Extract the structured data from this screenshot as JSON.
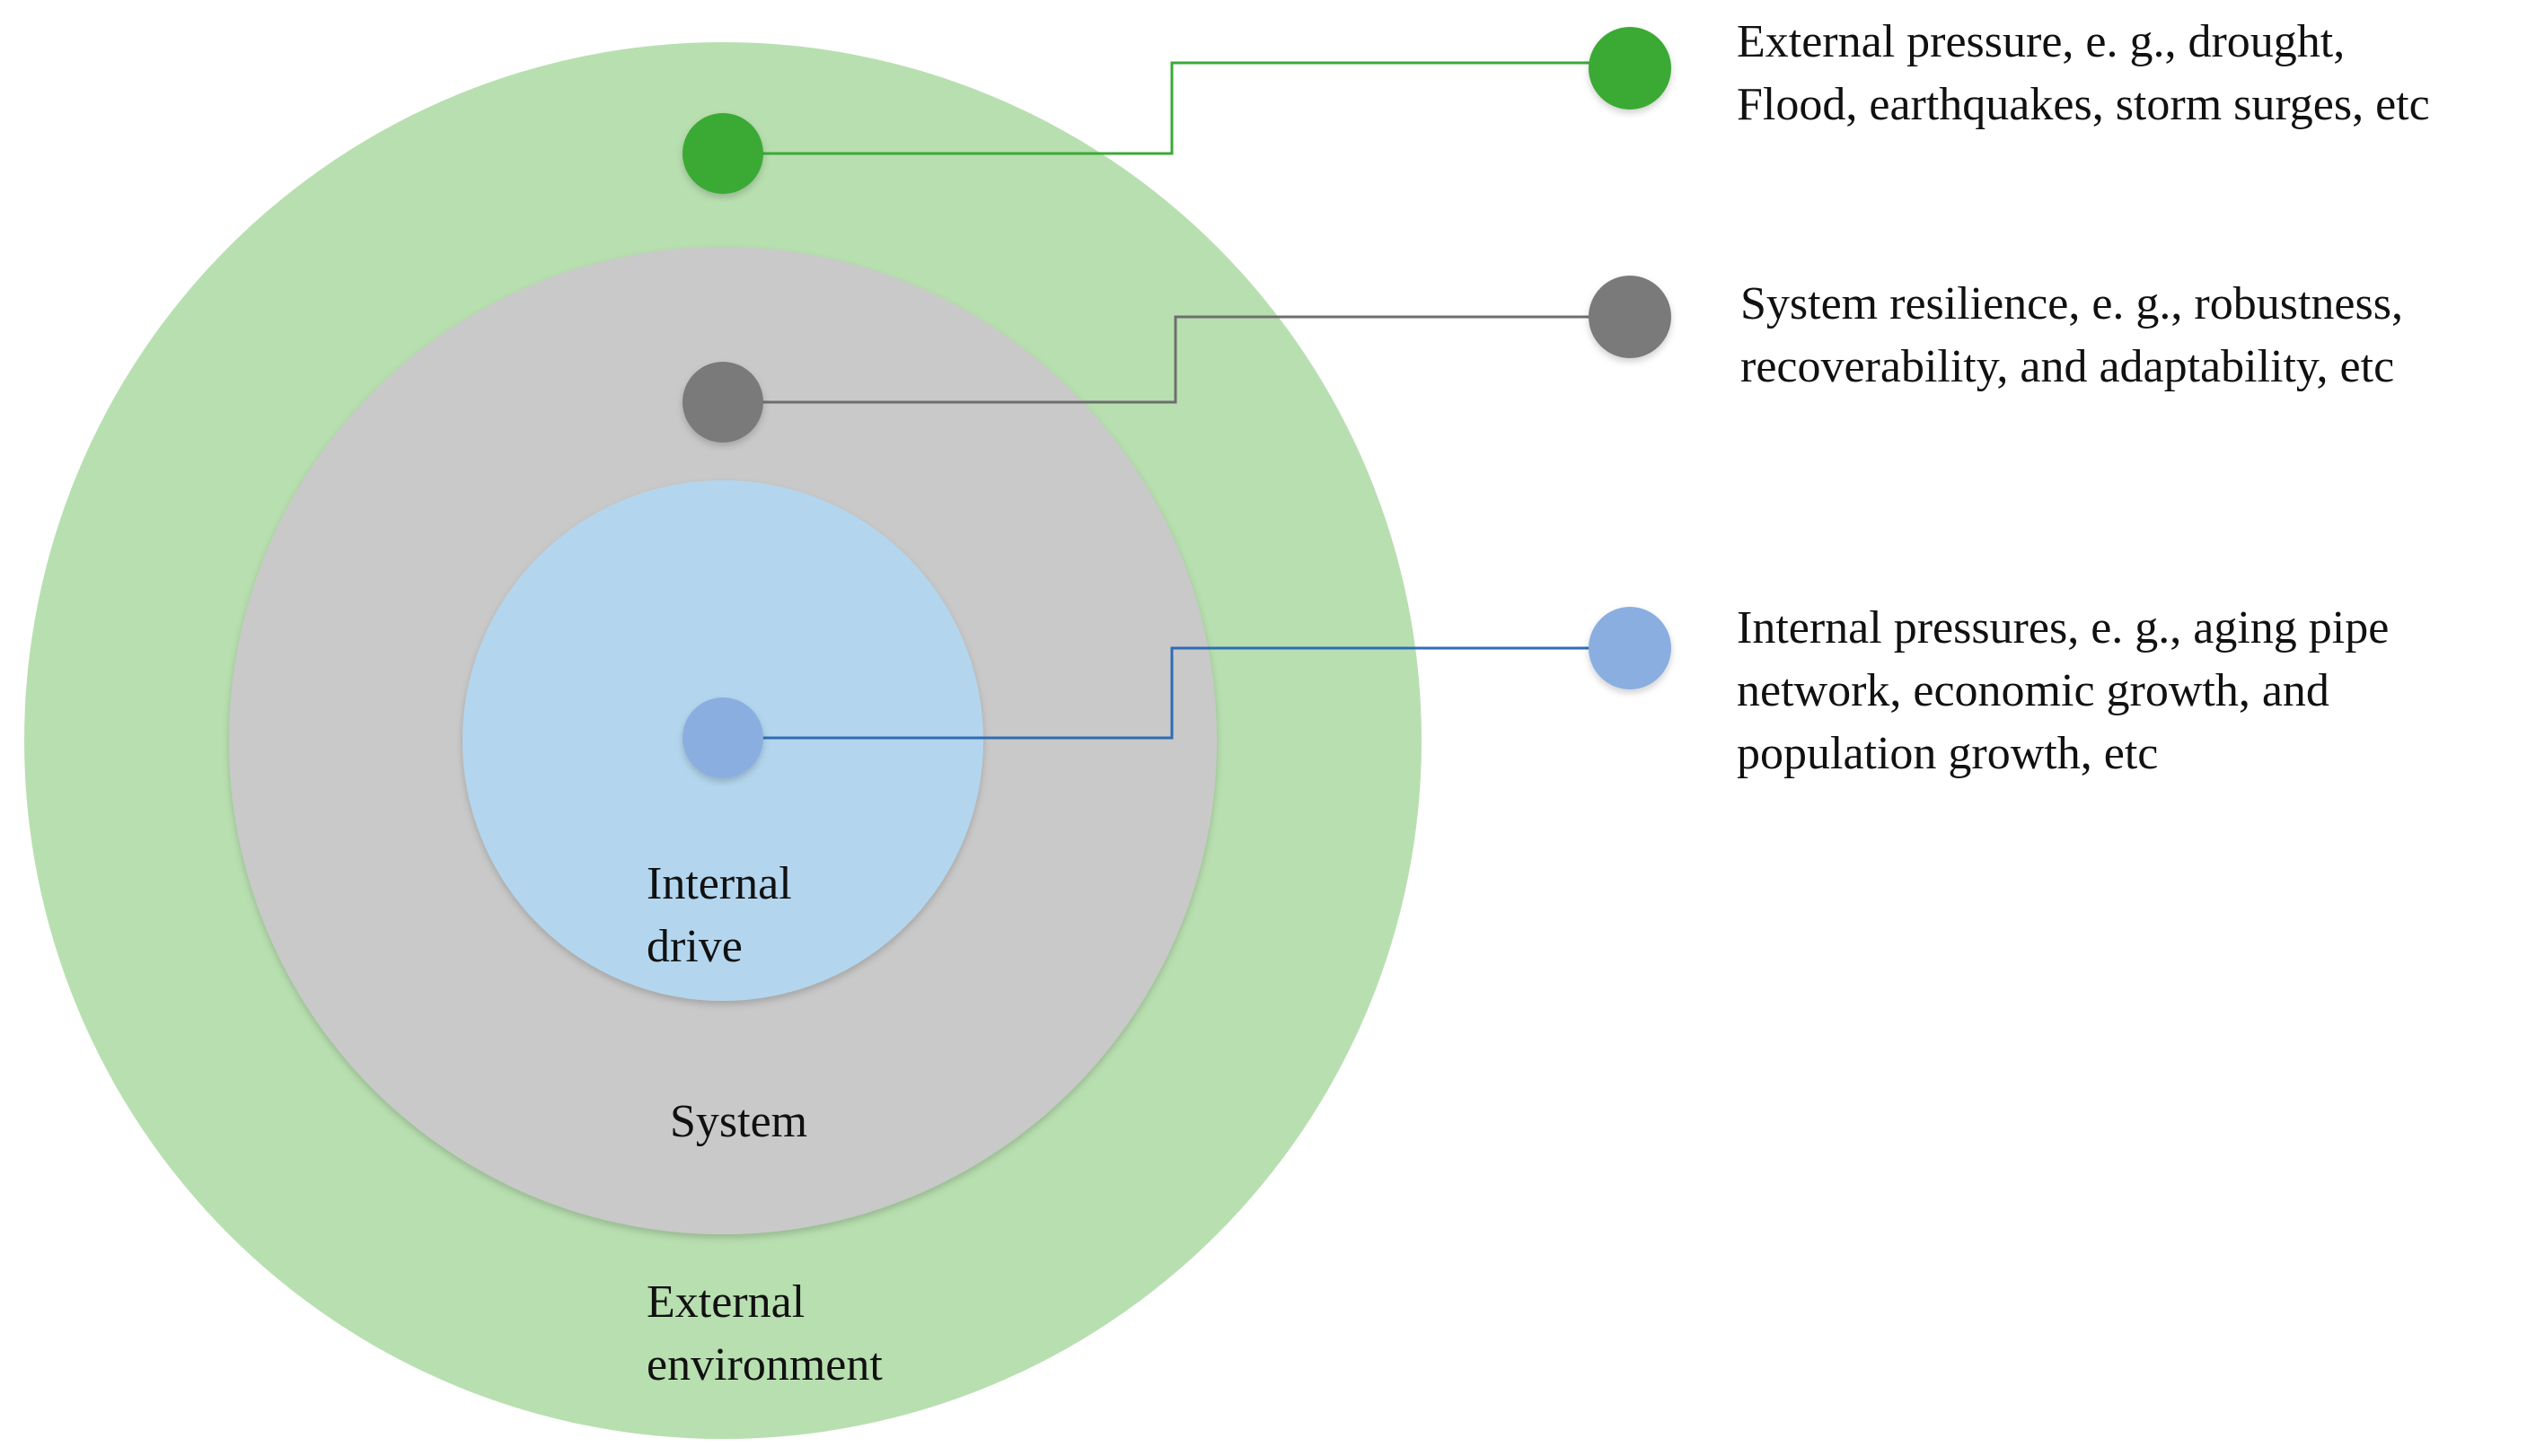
{
  "diagram": {
    "layers": {
      "external": {
        "label": "External\nenvironment",
        "color": "#b8dfb0"
      },
      "system": {
        "label": "System",
        "color": "#c9c9c9"
      },
      "internal": {
        "label": "Internal\ndrive",
        "color": "#b3d6ee"
      }
    },
    "legend": [
      {
        "id": "external-pressure",
        "text": "External pressure, e. g., drought,\nFlood, earthquakes, storm surges, etc",
        "marker_color": "#3aaa35",
        "line_color": "#3aaa35"
      },
      {
        "id": "system-resilience",
        "text": "System resilience, e. g., robustness,\nrecoverability, and adaptability, etc",
        "marker_color": "#7a7a7a",
        "line_color": "#6e6e6e"
      },
      {
        "id": "internal-pressures",
        "text": "Internal pressures, e. g., aging pipe\nnetwork, economic growth, and\npopulation growth, etc",
        "marker_color": "#8aaee0",
        "line_color": "#2f6db5"
      }
    ]
  }
}
